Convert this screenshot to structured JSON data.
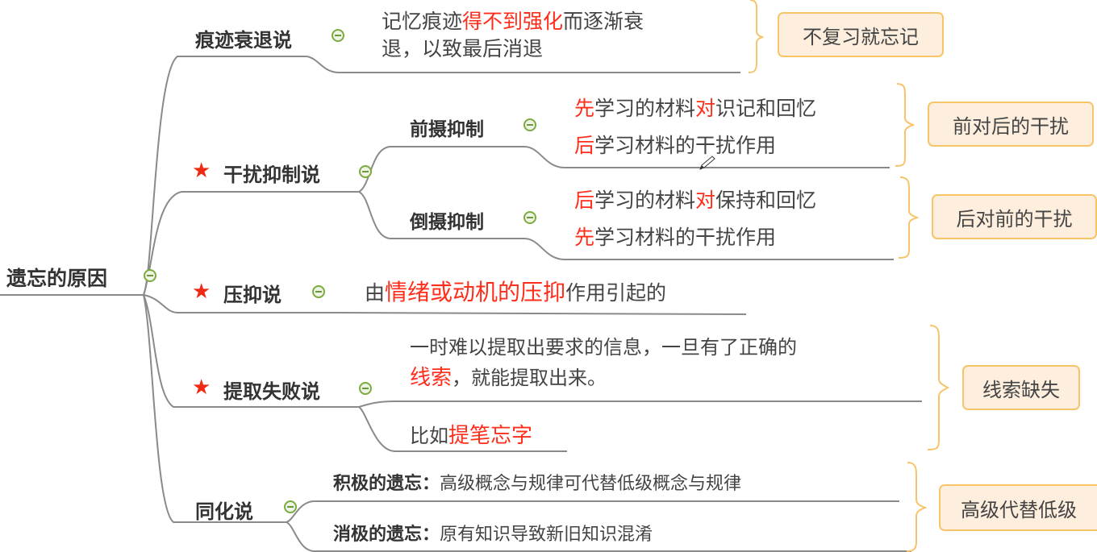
{
  "root": {
    "label": "遗忘的原因"
  },
  "colors": {
    "highlight": "#ff2d1a",
    "line": "#8a8a8a",
    "brace": "#f7c46a",
    "summary_bg": "#fdeedd",
    "collapse": "#7bab3f",
    "star": "#ee2a14"
  },
  "branches": [
    {
      "label": "痕迹衰退说",
      "starred": false,
      "content": {
        "line1_pre": "记忆痕迹",
        "line1_hl": "得不到强化",
        "line1_post": "而逐渐衰",
        "line2": "退，以致最后消退"
      },
      "summary": "不复习就忘记"
    },
    {
      "label": "干扰抑制说",
      "starred": true,
      "children": [
        {
          "label": "前摄抑制",
          "line1": {
            "a_hl": "先",
            "b": "学习的材料",
            "c_hl": "对",
            "d": "识记和回忆"
          },
          "line2": {
            "a_hl": "后",
            "b": "学习材料的干扰作用"
          },
          "summary": "前对后的干扰"
        },
        {
          "label": "倒摄抑制",
          "line1": {
            "a_hl": "后",
            "b": "学习的材料",
            "c_hl": "对",
            "d": "保持和回忆"
          },
          "line2": {
            "a_hl": "先",
            "b": "学习材料的干扰作用"
          },
          "summary": "后对前的干扰"
        }
      ]
    },
    {
      "label": "压抑说",
      "starred": true,
      "content": {
        "pre": "由",
        "hl": "情绪或动机的压抑",
        "post": "作用引起的"
      }
    },
    {
      "label": "提取失败说",
      "starred": true,
      "content": {
        "line1": "一时难以提取出要求的信息，一旦有了正确的",
        "line2_hl": "线索",
        "line2_post": "，就能提取出来。"
      },
      "example": {
        "pre": "比如",
        "hl": "提笔忘字"
      },
      "summary": "线索缺失"
    },
    {
      "label": "同化说",
      "starred": false,
      "children": [
        {
          "label": "积极的遗忘：",
          "text": "高级概念与规律可代替低级概念与规律"
        },
        {
          "label": "消极的遗忘：",
          "text": "原有知识导致新旧知识混淆"
        }
      ],
      "summary": "高级代替低级"
    }
  ],
  "icons": {
    "collapse": "collapse-minus-icon",
    "star": "star-priority-icon",
    "cursor": "pen-cursor-icon"
  }
}
